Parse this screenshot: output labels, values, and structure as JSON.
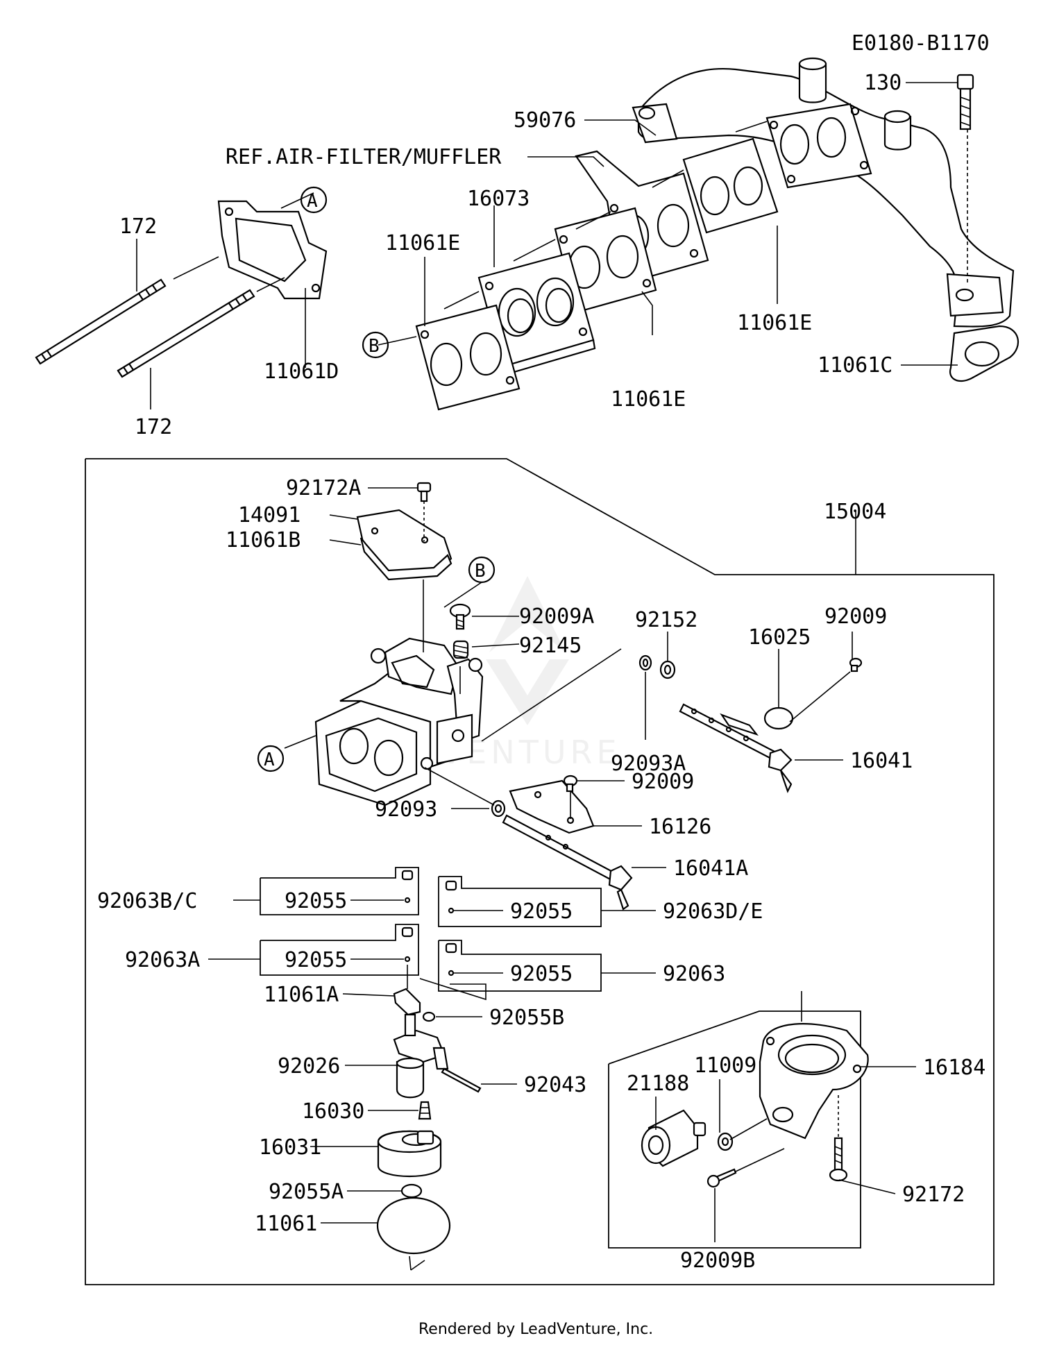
{
  "diagram_code": "E0180-B1170",
  "footer": "Rendered by LeadVenture, Inc.",
  "watermark": "LEADVENTURE",
  "circle_markers": [
    "A",
    "B"
  ],
  "callouts": {
    "c130": "130",
    "c59076": "59076",
    "ref_air_filter": "REF.AIR-FILTER/MUFFLER",
    "c16073": "16073",
    "c11061E_a": "11061E",
    "c11061E_b": "11061E",
    "c11061E_c": "11061E",
    "c11061C": "11061C",
    "c172_a": "172",
    "c172_b": "172",
    "c11061D": "11061D",
    "c92172A": "92172A",
    "c14091": "14091",
    "c11061B": "11061B",
    "c15004": "15004",
    "c92009A": "92009A",
    "c92145": "92145",
    "c92152": "92152",
    "c16025": "16025",
    "c92009_a": "92009",
    "c92093A": "92093A",
    "c16041": "16041",
    "c92009_b": "92009",
    "c92093": "92093",
    "c16126": "16126",
    "c16041A": "16041A",
    "c92063BC": "92063B/C",
    "c92055_a": "92055",
    "c92055_b": "92055",
    "c92063DE": "92063D/E",
    "c92063A": "92063A",
    "c92055_c": "92055",
    "c92055_d": "92055",
    "c92063": "92063",
    "c11061A": "11061A",
    "c92055B": "92055B",
    "c92026": "92026",
    "c92043": "92043",
    "c16030": "16030",
    "c16031": "16031",
    "c92055A": "92055A",
    "c11061": "11061",
    "c11009": "11009",
    "c21188": "21188",
    "c16184": "16184",
    "c92172": "92172",
    "c92009B": "92009B"
  }
}
